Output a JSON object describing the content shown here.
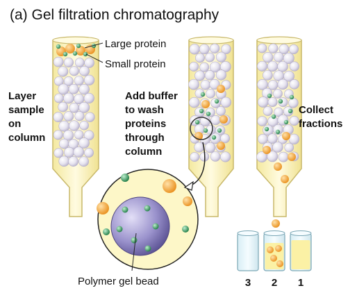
{
  "title": "(a) Gel filtration chromatography",
  "labels": {
    "large_protein": "Large protein",
    "small_protein": "Small protein",
    "step1": [
      "Layer",
      "sample",
      "on",
      "column"
    ],
    "step2": [
      "Add buffer",
      "to wash",
      "proteins",
      "through",
      "column"
    ],
    "step3": [
      "Collect",
      "fractions"
    ],
    "bead_caption": "Polymer gel bead"
  },
  "tubes": [
    "3",
    "2",
    "1"
  ],
  "colors": {
    "column_fill": "#fdf7c8",
    "column_stroke": "#c8b86a",
    "gel_bead": "#e6e3ef",
    "large_protein": "#f3aa3c",
    "small_protein": "#2e9a58",
    "zoom_bead": "#8f86c3",
    "tube_fill": "#fbf1a5"
  }
}
